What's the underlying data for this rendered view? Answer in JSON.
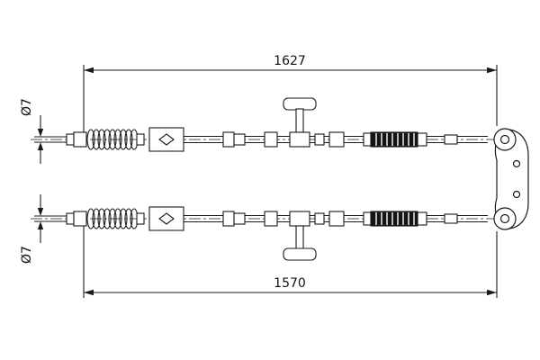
{
  "drawing": {
    "dimensions": {
      "overall_length_top": "1627",
      "overall_length_bottom": "1570",
      "cable_diameter_top": "Ø7",
      "cable_diameter_bottom": "Ø7"
    },
    "colors": {
      "line": "#1a1a1a",
      "background": "#ffffff",
      "boot_fill": "#141414"
    }
  }
}
